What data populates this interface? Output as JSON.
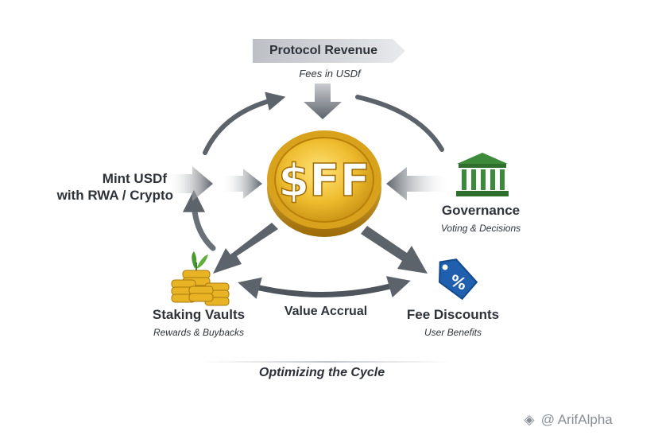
{
  "center": {
    "symbol": "$FF"
  },
  "revenue": {
    "title": "Protocol Revenue",
    "subtitle": "Fees in USDf"
  },
  "mint": {
    "line1": "Mint USDf",
    "line2": "with RWA / Crypto"
  },
  "governance": {
    "title": "Governance",
    "subtitle": "Voting & Decisions",
    "icon": "bank-building-icon"
  },
  "staking": {
    "title": "Staking Vaults",
    "subtitle": "Rewards & Buybacks",
    "icon": "coin-stack-sprout-icon"
  },
  "fees": {
    "title": "Fee Discounts",
    "subtitle": "User Benefits",
    "tag_text": "%",
    "icon": "price-tag-icon"
  },
  "value_accrual": "Value Accrual",
  "footer": "Optimizing the Cycle",
  "watermark": {
    "text": "@ ArifAlpha",
    "icon": "diamond-logo-icon"
  },
  "colors": {
    "coin_gold": "#e6b52a",
    "arrow_gray": "#5d636b",
    "governance_green": "#3d8a3a",
    "tag_blue": "#1f5fae"
  }
}
